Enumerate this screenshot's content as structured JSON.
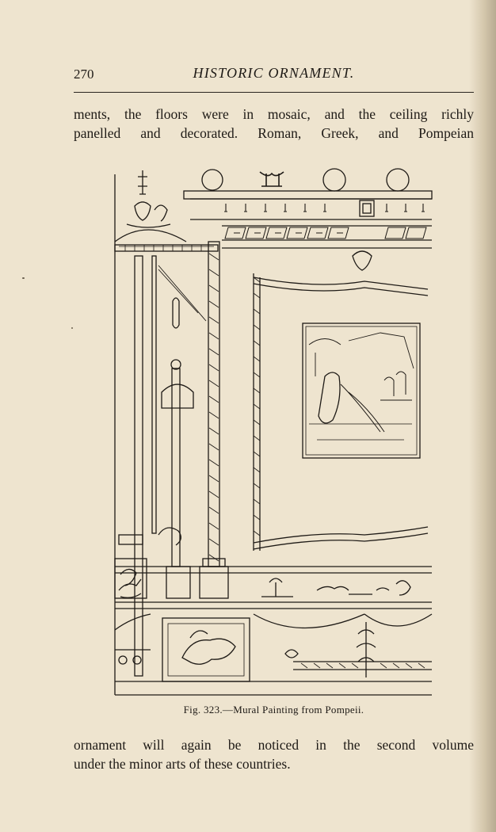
{
  "header": {
    "page_number": "270",
    "running_title": "HISTORIC ORNAMENT."
  },
  "paragraphs": {
    "top": [
      "ments, the floors were in mosaic, and the ceiling richly",
      "panelled and decorated. Roman, Greek, and Pompeian"
    ],
    "bottom": [
      "ornament will again be noticed in the second volume",
      "under the minor arts of these countries."
    ]
  },
  "figure": {
    "caption": "Fig. 323.—Mural Painting from Pompeii."
  }
}
